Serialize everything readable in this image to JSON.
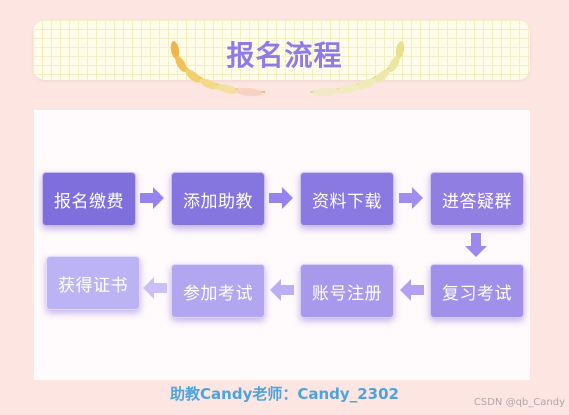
{
  "banner": {
    "title": "报名流程"
  },
  "steps": [
    {
      "label": "报名缴费",
      "color": "#7f6fdc"
    },
    {
      "label": "添加助教",
      "color": "#8475df"
    },
    {
      "label": "资料下载",
      "color": "#8979e1"
    },
    {
      "label": "进答疑群",
      "color": "#907ee3"
    },
    {
      "label": "复习考试",
      "color": "#a090ea"
    },
    {
      "label": "账号注册",
      "color": "#a899ec"
    },
    {
      "label": "参加考试",
      "color": "#b2a6f0"
    },
    {
      "label": "获得证书",
      "color": "#bcb3f4"
    }
  ],
  "colors": {
    "background": "#fde6e1",
    "title": "#8f7ae6",
    "arrow": "#9783ee",
    "footer": "#4fa3dc"
  },
  "footer": {
    "text": "助教Candy老师：Candy_2302"
  },
  "watermark": {
    "text": "CSDN @qb_Candy"
  }
}
